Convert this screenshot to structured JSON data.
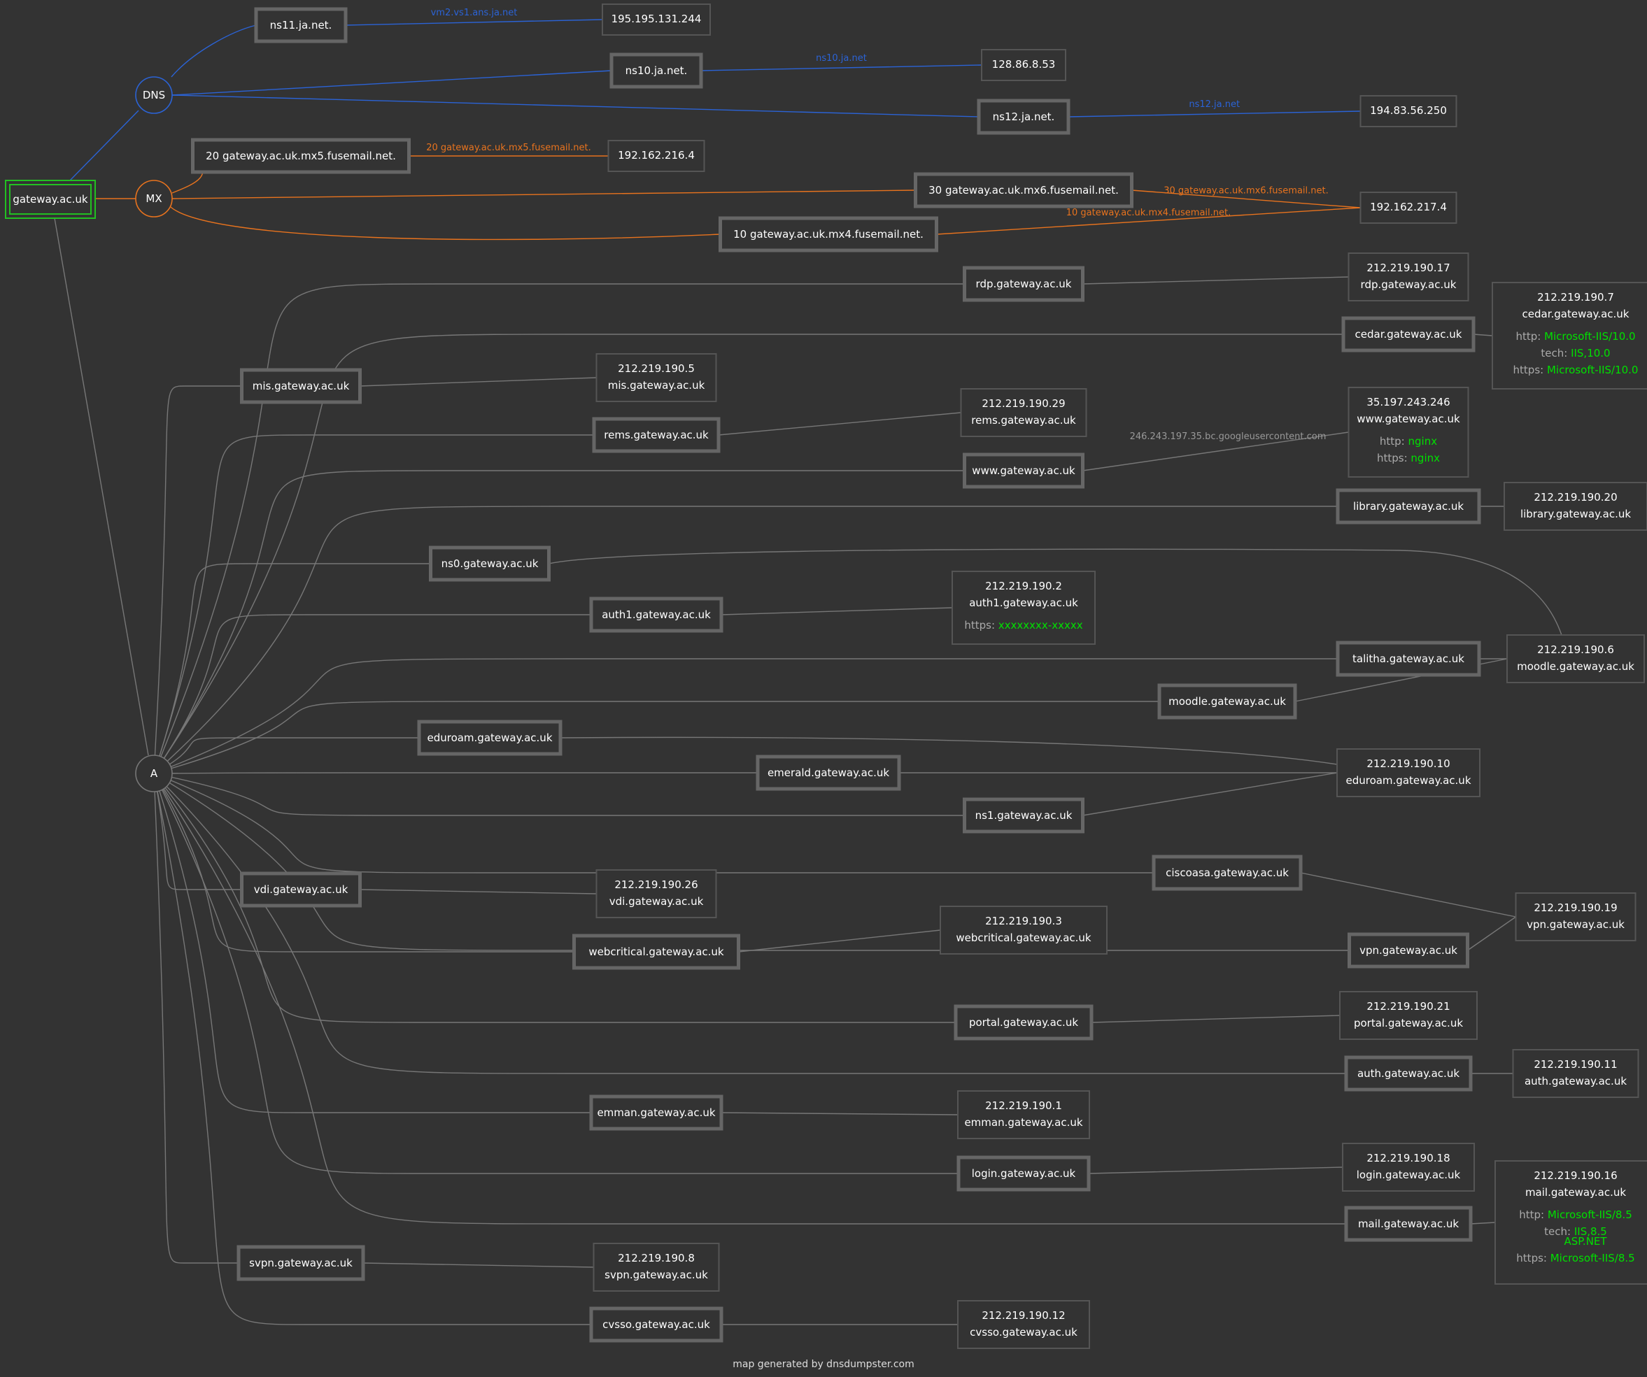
{
  "colors": {
    "bg": "#333333",
    "dns": "#2b63d6",
    "mx": "#e8731e",
    "a": "#777777",
    "host": "#666666",
    "ip": "#555555",
    "root": "#22c022",
    "green": "#00e000"
  },
  "footer": "map generated by dnsdumpster.com",
  "root": {
    "label": "gateway.ac.uk"
  },
  "types": {
    "dns": "DNS",
    "mx": "MX",
    "a": "A"
  },
  "ns_hosts": [
    {
      "name": "ns11.ja.net.",
      "edge_label": "vm2.vs1.ans.ja.net",
      "ip": "195.195.131.244"
    },
    {
      "name": "ns10.ja.net.",
      "edge_label": "ns10.ja.net",
      "ip": "128.86.8.53"
    },
    {
      "name": "ns12.ja.net.",
      "edge_label": "ns12.ja.net",
      "ip": "194.83.56.250"
    }
  ],
  "mx_hosts": [
    {
      "name": "20 gateway.ac.uk.mx5.fusemail.net.",
      "edge_label": "20 gateway.ac.uk.mx5.fusemail.net.",
      "ip": "192.162.216.4"
    },
    {
      "name": "30 gateway.ac.uk.mx6.fusemail.net.",
      "edge_label": "30 gateway.ac.uk.mx6.fusemail.net.",
      "ip": "192.162.217.4"
    },
    {
      "name": "10 gateway.ac.uk.mx4.fusemail.net.",
      "edge_label": "10 gateway.ac.uk.mx4.fusemail.net.",
      "ip": "192.162.217.4"
    }
  ],
  "a_hosts": [
    "rdp.gateway.ac.uk",
    "cedar.gateway.ac.uk",
    "mis.gateway.ac.uk",
    "rems.gateway.ac.uk",
    "www.gateway.ac.uk",
    "library.gateway.ac.uk",
    "ns0.gateway.ac.uk",
    "auth1.gateway.ac.uk",
    "talitha.gateway.ac.uk",
    "moodle.gateway.ac.uk",
    "eduroam.gateway.ac.uk",
    "emerald.gateway.ac.uk",
    "ns1.gateway.ac.uk",
    "ciscoasa.gateway.ac.uk",
    "vdi.gateway.ac.uk",
    "webcritical.gateway.ac.uk",
    "vpn.gateway.ac.uk",
    "portal.gateway.ac.uk",
    "auth.gateway.ac.uk",
    "emman.gateway.ac.uk",
    "login.gateway.ac.uk",
    "mail.gateway.ac.uk",
    "svpn.gateway.ac.uk",
    "cvsso.gateway.ac.uk"
  ],
  "ip_boxes": [
    {
      "ip": "212.219.190.17",
      "host": "rdp.gateway.ac.uk",
      "services": []
    },
    {
      "ip": "212.219.190.7",
      "host": "cedar.gateway.ac.uk",
      "services": [
        {
          "k": "http:",
          "v": "Microsoft-IIS/10.0"
        },
        {
          "k": "tech:",
          "v": "IIS,10.0"
        },
        {
          "k": "https:",
          "v": "Microsoft-IIS/10.0"
        }
      ]
    },
    {
      "ip": "212.219.190.5",
      "host": "mis.gateway.ac.uk",
      "services": []
    },
    {
      "ip": "212.219.190.29",
      "host": "rems.gateway.ac.uk",
      "services": []
    },
    {
      "ip": "35.197.243.246",
      "host": "www.gateway.ac.uk",
      "services": [
        {
          "k": "http:",
          "v": "nginx"
        },
        {
          "k": "https:",
          "v": "nginx"
        }
      ]
    },
    {
      "ip": "212.219.190.20",
      "host": "library.gateway.ac.uk",
      "services": []
    },
    {
      "ip": "212.219.190.2",
      "host": "auth1.gateway.ac.uk",
      "services": [
        {
          "k": "https:",
          "v": "xxxxxxxx-xxxxx"
        }
      ]
    },
    {
      "ip": "212.219.190.6",
      "host": "moodle.gateway.ac.uk",
      "services": []
    },
    {
      "ip": "212.219.190.10",
      "host": "eduroam.gateway.ac.uk",
      "services": []
    },
    {
      "ip": "212.219.190.26",
      "host": "vdi.gateway.ac.uk",
      "services": []
    },
    {
      "ip": "212.219.190.3",
      "host": "webcritical.gateway.ac.uk",
      "services": []
    },
    {
      "ip": "212.219.190.19",
      "host": "vpn.gateway.ac.uk",
      "services": []
    },
    {
      "ip": "212.219.190.21",
      "host": "portal.gateway.ac.uk",
      "services": []
    },
    {
      "ip": "212.219.190.11",
      "host": "auth.gateway.ac.uk",
      "services": []
    },
    {
      "ip": "212.219.190.1",
      "host": "emman.gateway.ac.uk",
      "services": []
    },
    {
      "ip": "212.219.190.18",
      "host": "login.gateway.ac.uk",
      "services": []
    },
    {
      "ip": "212.219.190.16",
      "host": "mail.gateway.ac.uk",
      "services": [
        {
          "k": "http:",
          "v": "Microsoft-IIS/8.5"
        },
        {
          "k": "tech:",
          "v": "IIS,8.5",
          "v2": "ASP.NET"
        },
        {
          "k": "https:",
          "v": "Microsoft-IIS/8.5"
        }
      ]
    },
    {
      "ip": "212.219.190.8",
      "host": "svpn.gateway.ac.uk",
      "services": []
    },
    {
      "ip": "212.219.190.12",
      "host": "cvsso.gateway.ac.uk",
      "services": []
    }
  ],
  "ptr_label": "246.243.197.35.bc.googleusercontent.com"
}
